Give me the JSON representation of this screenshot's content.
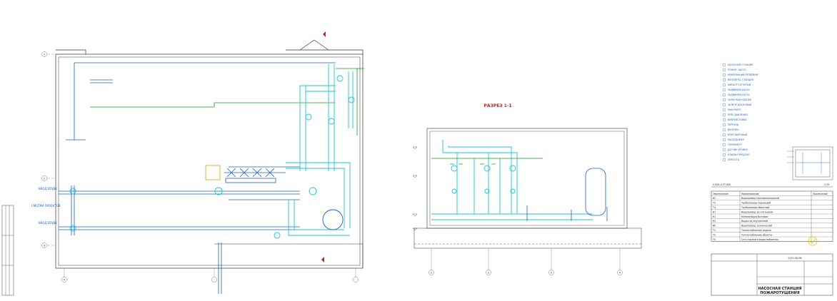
{
  "section_title": "РАЗРЕЗ 1-1",
  "stamp": {
    "code": "2370-08-ОВ",
    "title_line1": "НАСОСНАЯ СТАНЦИЯ",
    "title_line2": "ПОЖАРОТУШЕНИЯ"
  },
  "level_mark": "0,000=137,000",
  "level_scale": "1:25",
  "grid_axes_plan": [
    "1",
    "2",
    "3",
    "4"
  ],
  "grid_axes_section": [
    "1",
    "2",
    "3",
    "4"
  ],
  "plan_labels": [
    {
      "id": "inlet-1",
      "text": "ВВОД ВОДЫ"
    },
    {
      "id": "inlet-2",
      "text": "СМОТРИ ПРОЕКТОВ"
    },
    {
      "id": "inlet-3",
      "text": "ВВОД ВОДЫ"
    }
  ],
  "legend_items": [
    "НАСОСНАЯ СТАНЦИЯ",
    "ПОЖАР. НАСОС",
    "МЕМБРАННЫЙ РЕЗЕРВУАР",
    "ВЕНТИЛЯЦ. СТАНЦИЯ",
    "ФИЛЬТР СЕТЧАТЫЙ",
    "ЗАДВИЖКА Ду100",
    "ЗАДВИЖКА Ду150",
    "ОБРАТНЫЙ КЛАПАН",
    "ЗАТВОР ДИСКОВЫЙ",
    "МАНОМЕТР",
    "РЕЛЕ ДАВЛЕНИЯ",
    "ВИБРОВСТАВКА",
    "ПЕРЕХОД",
    "ВЕНТИЛЬ",
    "КРАН ШАРОВЫЙ",
    "РАСХОДОМЕР",
    "ТЕРМОМЕТР",
    "ДАТЧИК УРОВНЯ",
    "КЛАПАН ПРЕДОХР.",
    "ЕМКОСТЬ"
  ],
  "spec_table": {
    "headers": [
      "Обозначение",
      "Наименование",
      "Примечание"
    ],
    "rows": [
      [
        "В2",
        "Водопровод противопожарный",
        ""
      ],
      [
        "Т3",
        "Трубопровод подающий",
        ""
      ],
      [
        "Т4",
        "Трубопровод обратный",
        ""
      ],
      [
        "В1",
        "Водопровод хоз-питьевой",
        ""
      ],
      [
        "К1",
        "Канализация бытовая",
        ""
      ],
      [
        "К2",
        "Водосток внутренний",
        ""
      ],
      [
        "В0",
        "Водопровод технический",
        ""
      ],
      [
        "Т1",
        "Теплоснабжение подача",
        ""
      ],
      [
        "Т2",
        "Теплоснабжение обратка",
        ""
      ],
      [
        "Т5",
        "Сеть горячего водоснабжения",
        ""
      ]
    ]
  },
  "colors": {
    "pipe_blue": "#1d5fd1",
    "pipe_cyan": "#19c7d6",
    "pipe_green": "#1a9a1a",
    "accent_red": "#d81b1b",
    "line_dark": "#222222"
  }
}
